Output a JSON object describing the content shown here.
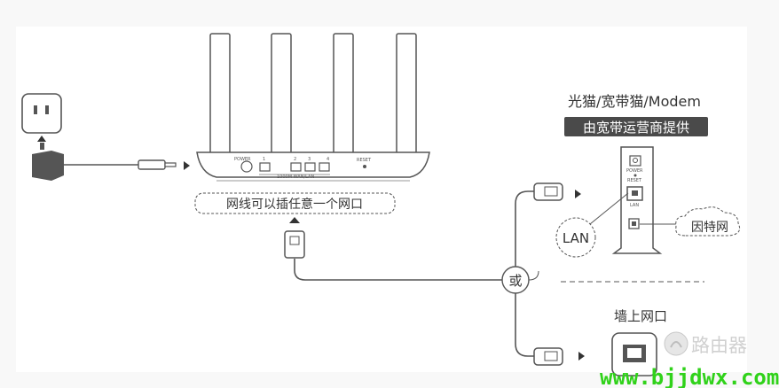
{
  "router": {
    "port_labels": [
      "POWER",
      "1",
      "2",
      "3",
      "4",
      "RESET"
    ],
    "port_group_label": "1000M WAN/LAN",
    "hint": "网线可以插任意一个网口"
  },
  "modem": {
    "title": "光猫/宽带猫/Modem",
    "badge": "由宽带运营商提供",
    "port_labels": [
      "POWER",
      "RESET",
      "LAN"
    ],
    "lan_callout": "LAN",
    "internet_callout": "因特网"
  },
  "branch": {
    "or_label": "或"
  },
  "wall": {
    "label": "墙上网口"
  },
  "watermark": {
    "brand": "路由器",
    "url": "www.bjjdwx.com"
  }
}
